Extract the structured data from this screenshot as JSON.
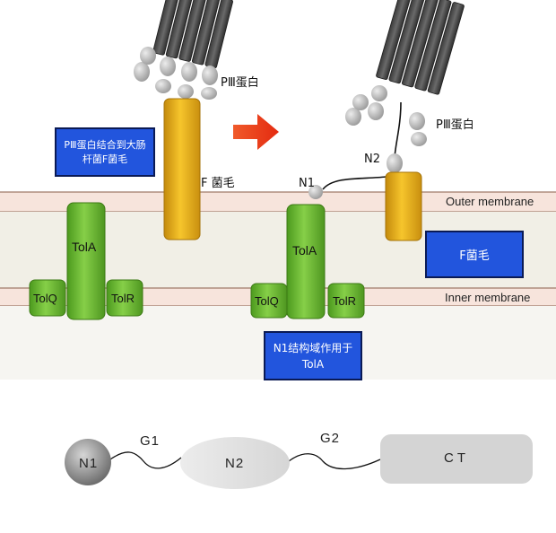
{
  "membranes": {
    "outer_label": "Outer membrane",
    "inner_label": "Inner membrane"
  },
  "left_panel": {
    "piii_label": "PⅢ蛋白",
    "f_pilus_label": "F 菌毛",
    "info_box_lines": [
      "PⅢ蛋白结合到大肠",
      "杆菌F菌毛"
    ],
    "tola_label": "TolA",
    "tolq_label": "TolQ",
    "tolr_label": "TolR"
  },
  "right_panel": {
    "piii_label": "PⅢ蛋白",
    "n1_label": "N1",
    "n2_label": "N2",
    "f_pilus_box": "F菌毛",
    "info_box_lines": [
      "N1结构域作用于",
      "TolA"
    ],
    "tola_label": "TolA",
    "tolq_label": "TolQ",
    "tolr_label": "TolR"
  },
  "domain_structure": {
    "n1": "N1",
    "g1": "G1",
    "n2": "N2",
    "g2": "G2",
    "ct": "CT"
  },
  "colors": {
    "membrane_fill": "#f7e4dc",
    "periplasm_fill": "#f1efe6",
    "pilus_yellow": "#e8b420",
    "tol_green": "#6fbb35",
    "info_box_blue": "#2255dd",
    "arrow_red": "#ef3b1e"
  }
}
